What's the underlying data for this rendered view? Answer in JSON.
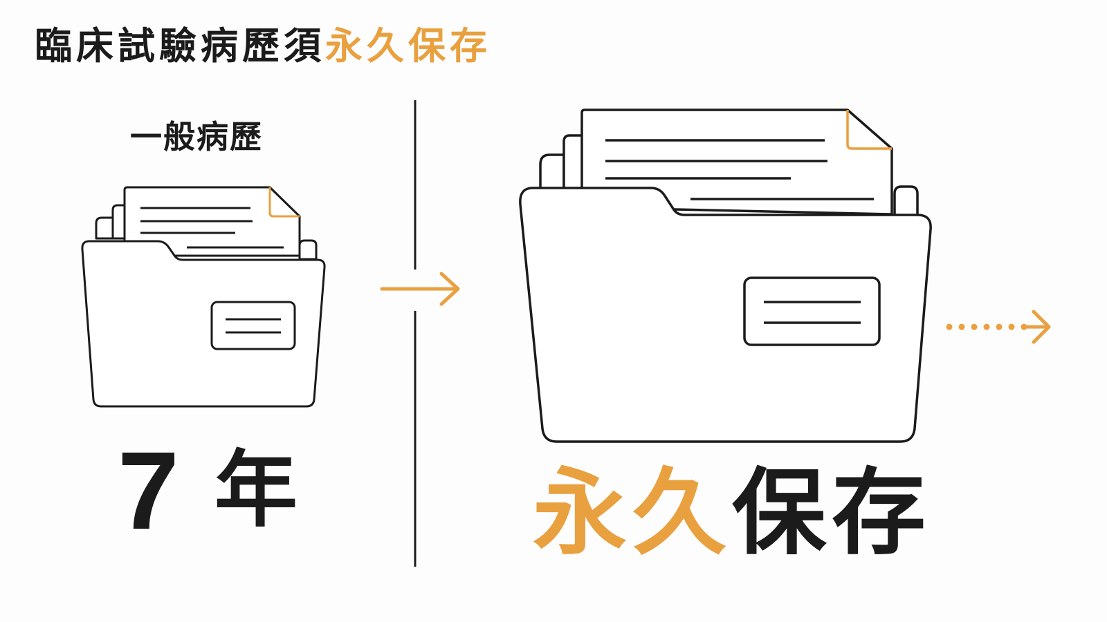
{
  "title": {
    "main": "臨床試驗病歷須",
    "accent": "永久保存"
  },
  "left": {
    "label": "一般病歷",
    "number": "7",
    "unit": "年"
  },
  "right": {
    "accent": "永久",
    "rest": "保存"
  },
  "colors": {
    "accent": "#e9a03f",
    "ink": "#1b1b1b"
  },
  "icons": [
    "folder-icon",
    "document-icon",
    "arrow-right-icon",
    "dotted-arrow-right-icon"
  ]
}
